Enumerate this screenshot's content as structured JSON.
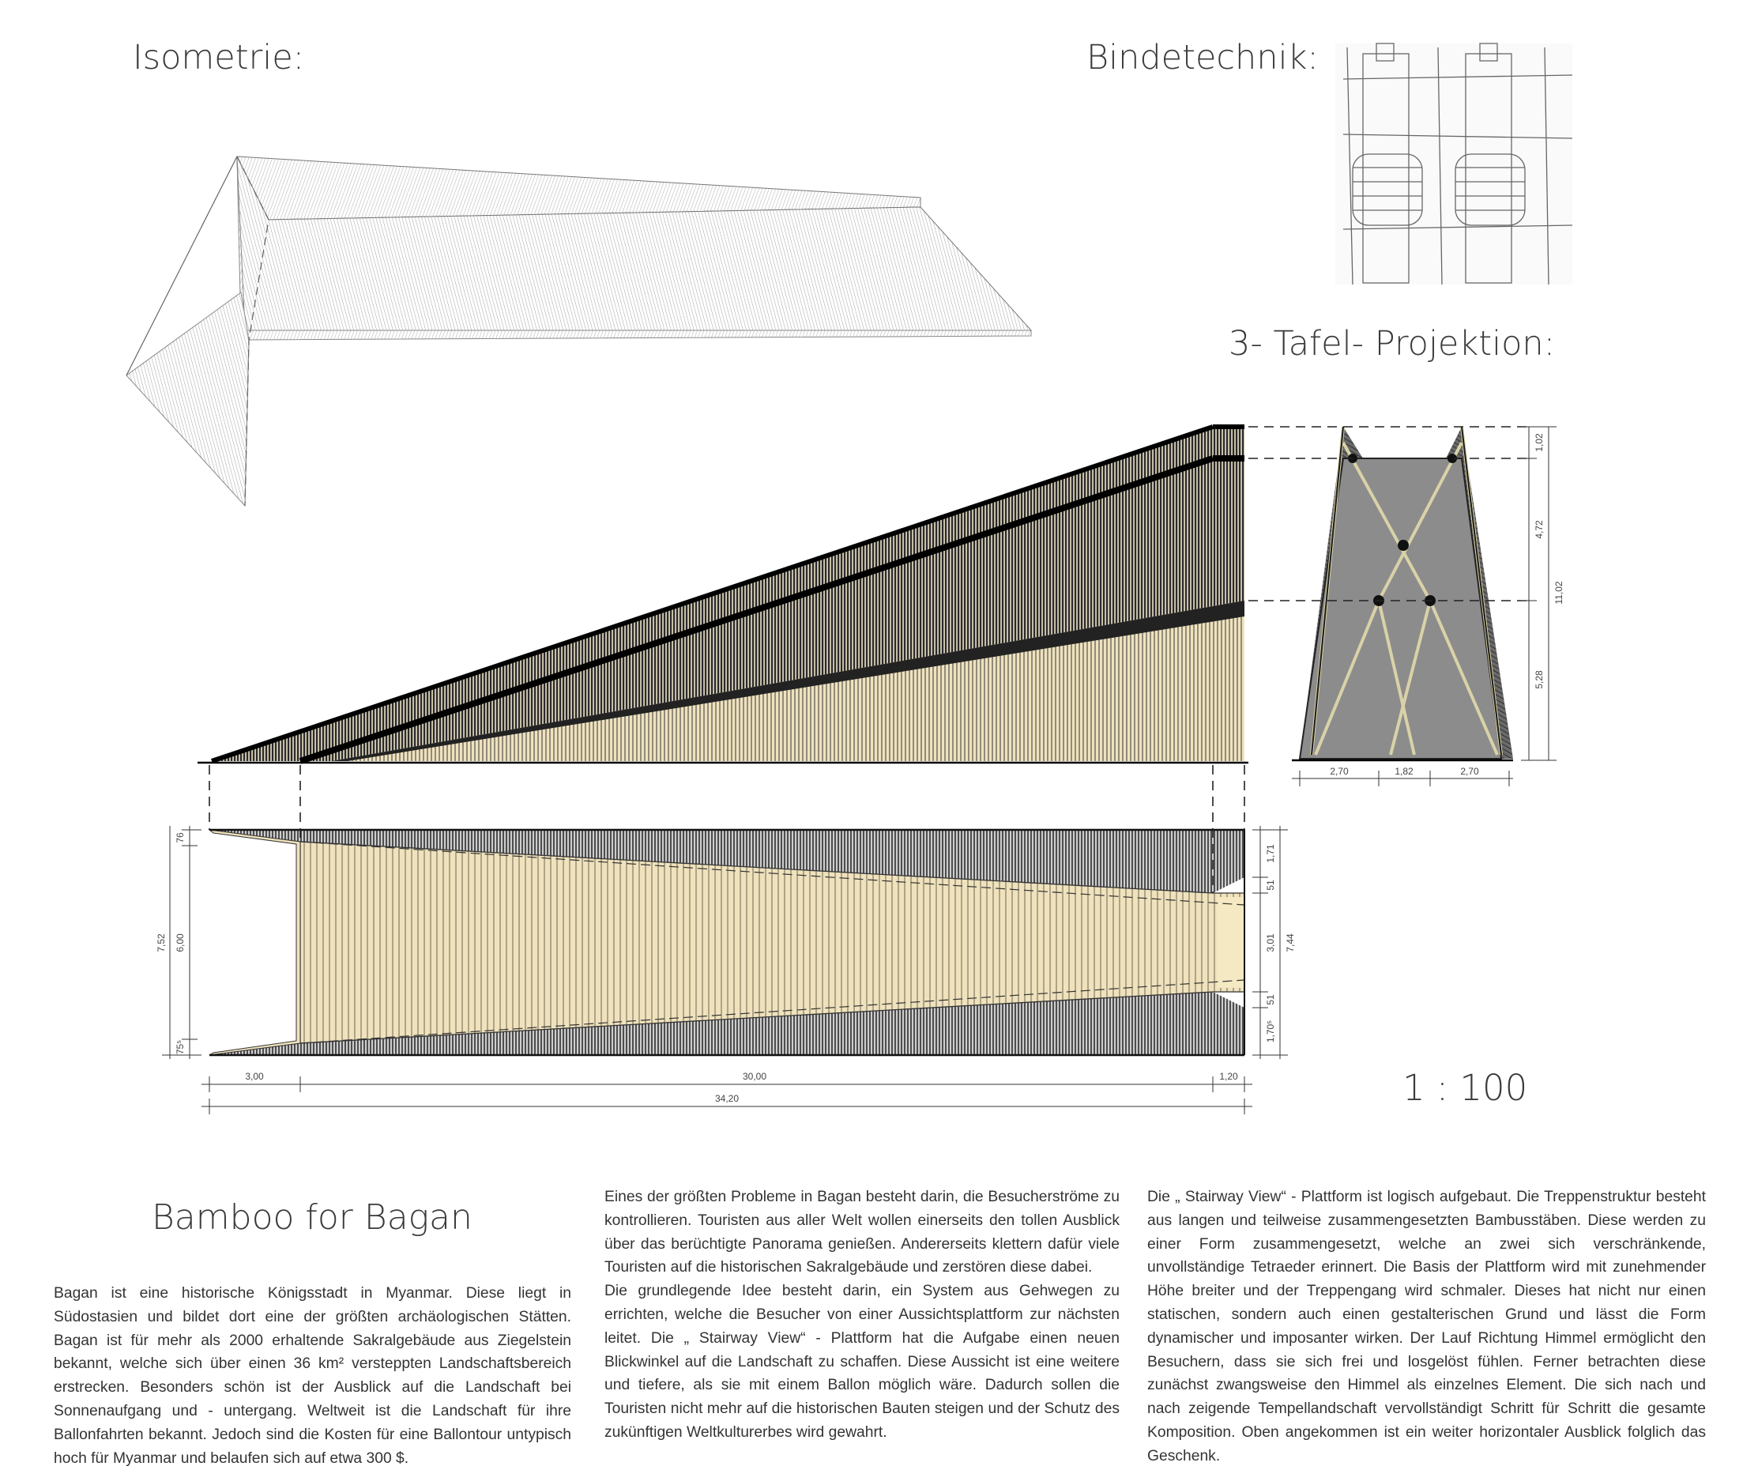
{
  "headings": {
    "isometry": "Isometrie:",
    "binding": "Bindetechnik:",
    "projection": "3-  Tafel-  Projektion:",
    "scale": "1 : 100"
  },
  "project": {
    "title": "Bamboo for Bagan",
    "col1": [
      "Bagan ist eine historische Königsstadt in Myanmar. Diese liegt in Südostasien und bildet dort eine der größten archäologischen Stätten. Bagan ist für mehr als 2000 erhaltende Sakralgebäude aus Ziegelstein bekannt, welche sich über einen 36 km² versteppten Landschaftsbereich erstrecken. Besonders schön ist der Ausblick auf die Landschaft bei Sonnenaufgang und - untergang.  Weltweit ist die Landschaft für ihre Ballonfahrten bekannt. Jedoch sind die Kosten für eine Ballontour untypisch hoch für Myanmar und belaufen sich auf etwa 300 $."
    ],
    "col2": [
      "Eines der größten Probleme in Bagan besteht darin, die Besucherströme zu kontrollieren. Touristen aus aller Welt wollen einerseits den tollen Ausblick über das berüchtigte Panorama genießen. Andererseits klettern dafür viele Touristen auf die historischen Sakralgebäude und zerstören diese dabei.",
      "Die grundlegende Idee besteht darin, ein System aus Gehwegen zu errichten, welche die Besucher von einer Aussichtsplattform zur nächsten leitet. Die „ Stairway View“ -  Plattform hat die Aufgabe einen neuen Blickwinkel auf die Landschaft zu schaffen. Diese Aussicht ist eine weitere und tiefere, als sie mit einem Ballon möglich wäre. Dadurch sollen die Touristen nicht mehr auf die historischen Bauten steigen und der Schutz des zukünftigen Weltkulturerbes wird gewahrt."
    ],
    "col3": [
      "Die „ Stairway View“ -  Plattform ist logisch aufgebaut. Die Treppenstruktur besteht aus langen und teilweise zusammengesetzten Bambusstäben. Diese werden zu einer Form zusammengesetzt, welche an zwei sich verschränkende, unvollständige Tetraeder erinnert. Die Basis der Plattform wird mit zunehmender Höhe breiter und der Treppengang wird schmaler. Dieses hat nicht nur einen statischen, sondern auch einen gestalterischen Grund und lässt die Form dynamischer und imposanter wirken. Der Lauf Richtung Himmel ermöglicht den Besuchern, dass sie sich frei und losgelöst fühlen. Ferner betrachten diese zunächst zwangsweise den Himmel als einzelnes Element. Die sich nach und nach zeigende Tempellandschaft vervollständigt Schritt für Schritt die gesamte Komposition. Oben angekommen ist ein weiter horizontaler Ausblick folglich das Geschenk."
    ]
  },
  "dimensions": {
    "front_height": [
      "1,02",
      "4,72",
      "5,28"
    ],
    "front_total": "11,02",
    "front_base": [
      "2,70",
      "1,82",
      "2,70"
    ],
    "plan_left": [
      "76",
      "6,00",
      "75⁵"
    ],
    "plan_left_total": "7,52",
    "plan_right": [
      "1,71",
      "51",
      "3,01",
      "51",
      "1,70⁵"
    ],
    "plan_right_total": "7,44",
    "plan_bottom": [
      "3,00",
      "30,00",
      "1,20"
    ],
    "plan_total": "34,20"
  },
  "colors": {
    "beige": "#efe2bd",
    "dark_stripe": "#3d3d3d",
    "grey_panel": "#8c8c8c"
  }
}
